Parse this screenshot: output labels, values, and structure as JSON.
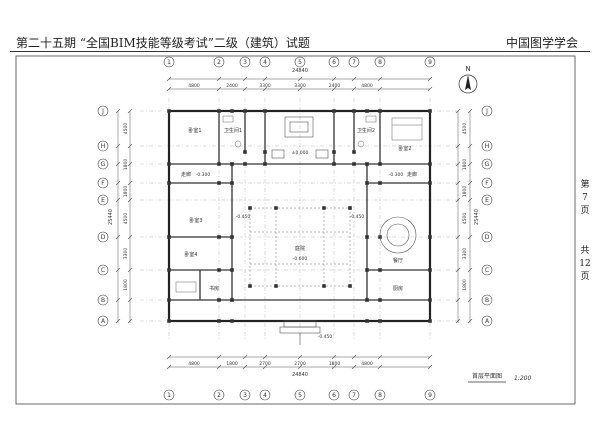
{
  "header": {
    "title": "第二十五期 “全国BIM技能等级考试”二级（建筑）试题",
    "organization": "中国图学学会"
  },
  "side_page": {
    "page_prefix": "第",
    "page_num": "7",
    "page_suffix": "页",
    "total_prefix": "共",
    "total_num": "12",
    "total_suffix": "页"
  },
  "north_label": "N",
  "drawing": {
    "title": "首层平面图",
    "scale": "1:200"
  },
  "dimensions": {
    "overall": "24840",
    "top_segments": [
      "4800",
      "2400",
      "3300",
      "3300",
      "2400",
      "4800"
    ],
    "bottom_segments": [
      "4800",
      "1800",
      "2700",
      "2700",
      "1800",
      "4800"
    ],
    "left_segments": [
      "4500",
      "1800",
      "1800",
      "4500",
      "3300",
      "1800"
    ],
    "right_segments": [
      "4500",
      "1800",
      "1800",
      "4500",
      "3300",
      "1800"
    ],
    "left_total": "25440",
    "right_total": "25440",
    "offset": "120"
  },
  "axes": {
    "columns": [
      "1",
      "2",
      "3",
      "4",
      "5",
      "6",
      "7",
      "8",
      "9"
    ],
    "rows": [
      "A",
      "B",
      "C",
      "D",
      "E",
      "F",
      "G",
      "H",
      "J"
    ]
  },
  "levels": {
    "hall": "±0.000",
    "side_left": "-0.300",
    "side_right": "-0.300",
    "courtyard": "-0.600",
    "corridor_l": "-0.450",
    "corridor_r": "-0.450",
    "entry": "-0.450"
  },
  "rooms": {
    "bed_tl": "卧室1",
    "bath_tl": "卫生间1",
    "bath_tr": "卫生间2",
    "bed_tr": "卧室2",
    "corridor_l": "走廊",
    "corridor_r": "走廊",
    "bed3": "卧室3",
    "bed4": "卧室4",
    "study": "书房",
    "courtyard": "庭院",
    "dining": "餐厅",
    "kitchen": "厨房"
  }
}
